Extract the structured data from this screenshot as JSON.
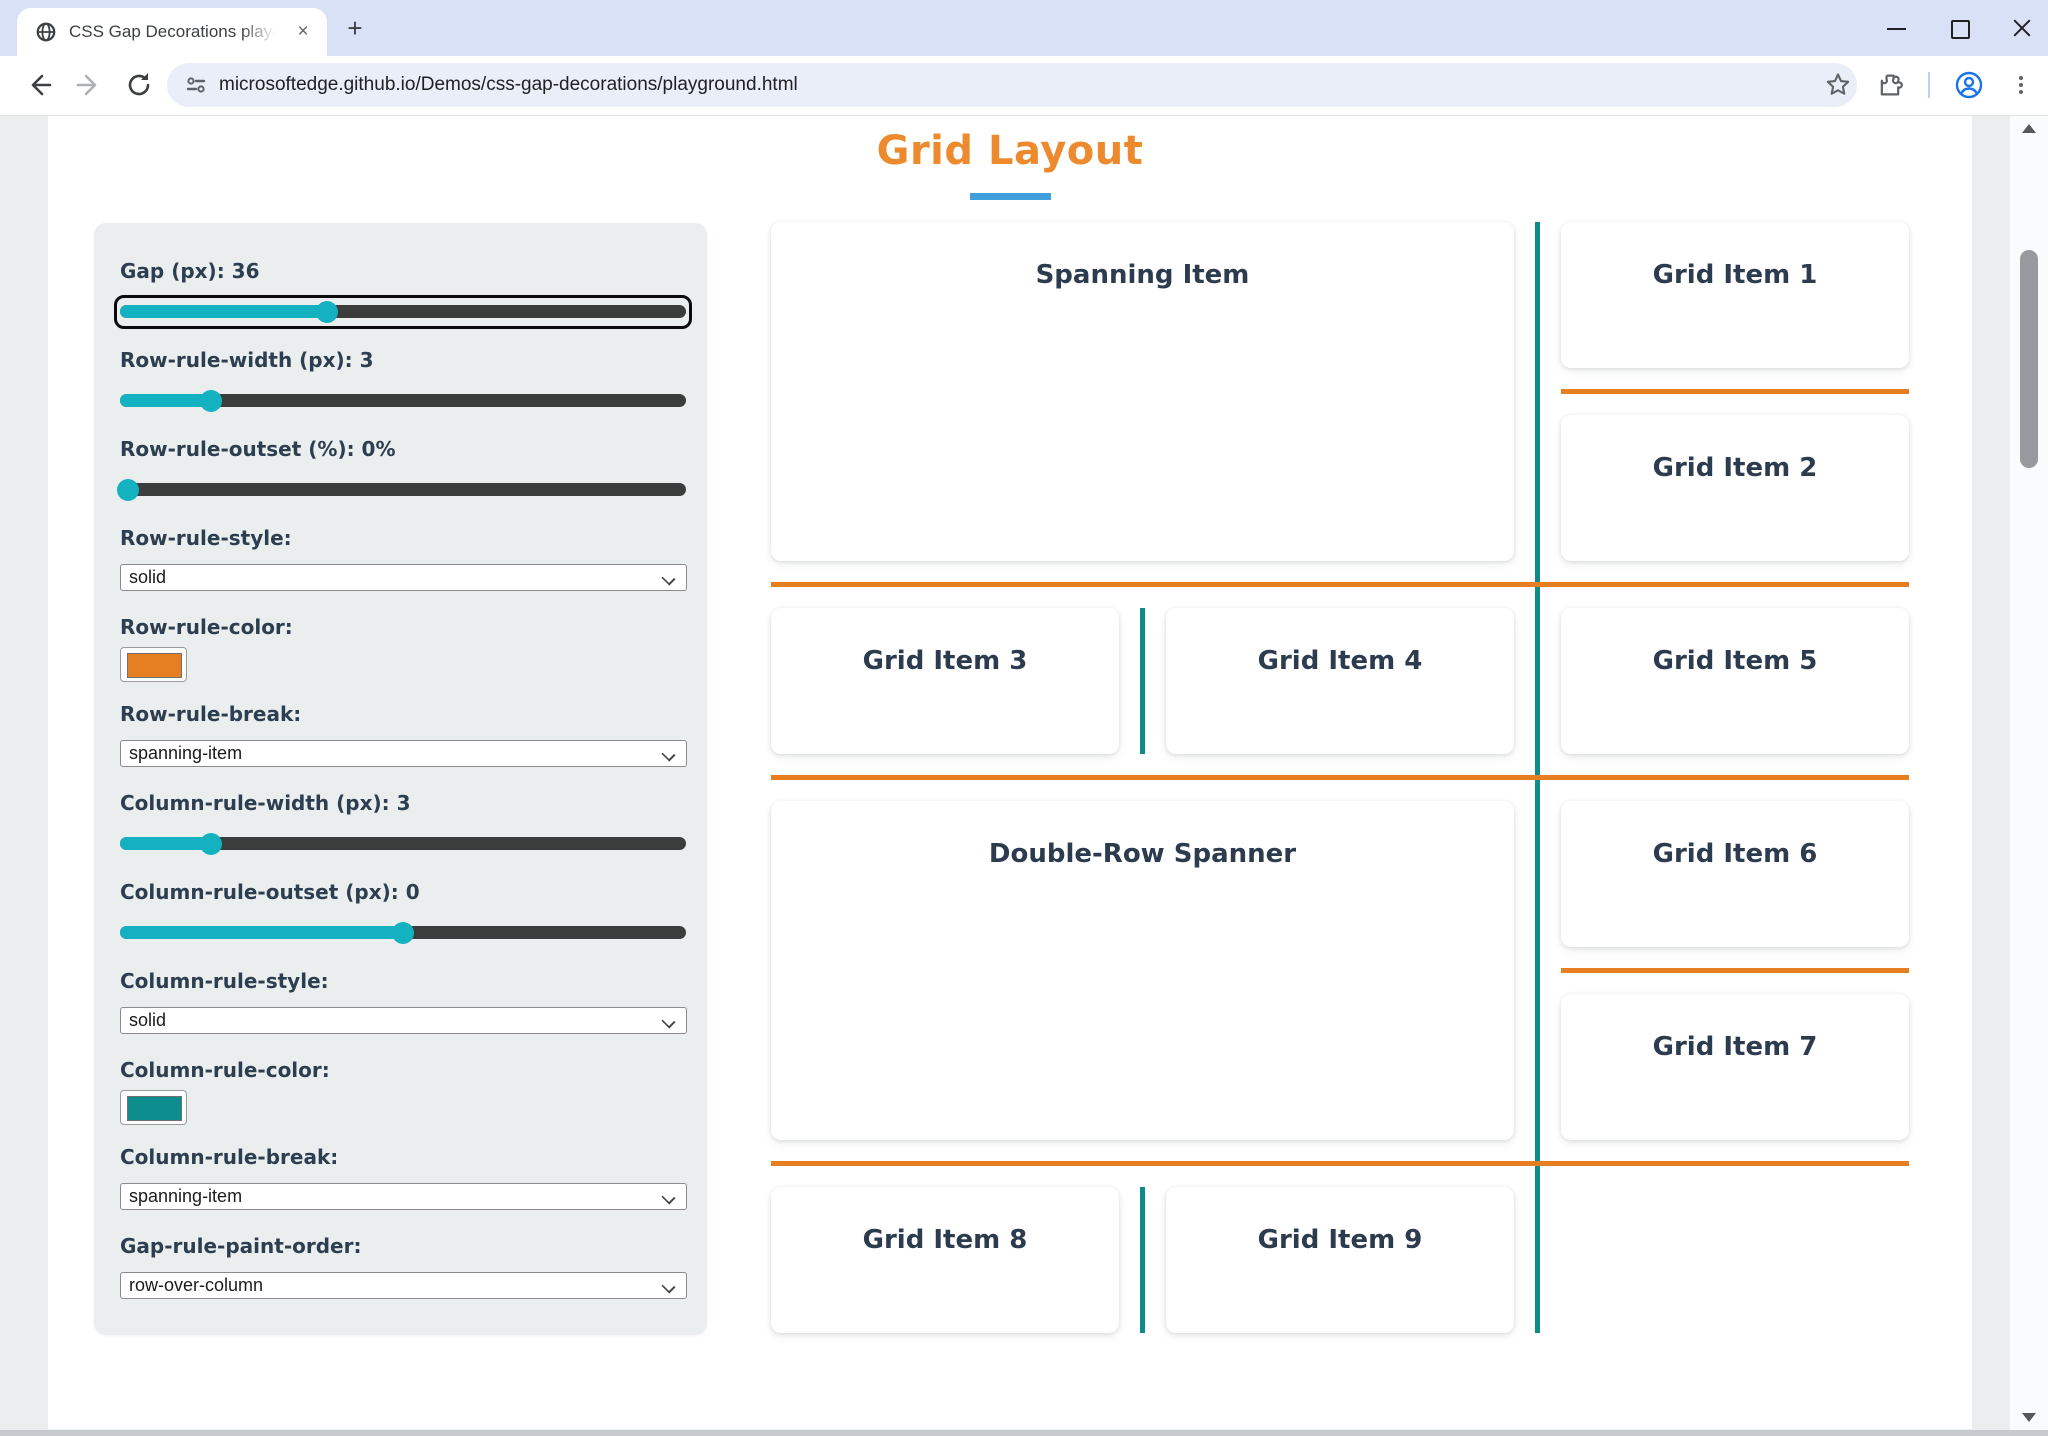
{
  "browser": {
    "tab_title": "CSS Gap Decorations playgroun",
    "new_tab_label": "+",
    "close_tab_label": "×",
    "url": "microsoftedge.github.io/Demos/css-gap-decorations/playground.html"
  },
  "page": {
    "title": "Grid Layout",
    "colors": {
      "title_orange": "#ed8a2e",
      "underline_blue": "#3f9edb",
      "row_rule_orange": "#e67e22",
      "column_rule_teal": "#0e8b8d",
      "slider_accent_teal": "#14b1c0",
      "panel_background": "#eaeeee",
      "label_text": "#2c3e50"
    },
    "panel": {
      "controls": [
        {
          "id": "gap",
          "type": "slider",
          "label": "Gap (px): 36",
          "value": 36,
          "fill_style": "width:36.5%",
          "thumb_style": "left:36.5%",
          "focused": true
        },
        {
          "id": "row-rule-width",
          "type": "slider",
          "label": "Row-rule-width (px): 3",
          "value": 3,
          "fill_style": "width:16%",
          "thumb_style": "left:16%"
        },
        {
          "id": "row-rule-outset",
          "type": "slider",
          "label": "Row-rule-outset (%): 0%",
          "value": 0,
          "fill_style": "width:1.5%",
          "thumb_style": "left:1.5%"
        },
        {
          "id": "row-rule-style",
          "type": "select",
          "label": "Row-rule-style:",
          "value": "solid"
        },
        {
          "id": "row-rule-color",
          "type": "color",
          "label": "Row-rule-color:",
          "value": "#e67f21",
          "swatch_style": "background:#e67f21"
        },
        {
          "id": "row-rule-break",
          "type": "select",
          "label": "Row-rule-break:",
          "value": "spanning-item"
        },
        {
          "id": "column-rule-width",
          "type": "slider",
          "label": "Column-rule-width (px): 3",
          "value": 3,
          "fill_style": "width:16%",
          "thumb_style": "left:16%"
        },
        {
          "id": "column-rule-outset",
          "type": "slider",
          "label": "Column-rule-outset (px): 0",
          "value": 0,
          "fill_style": "width:50%",
          "thumb_style": "left:50%"
        },
        {
          "id": "column-rule-style",
          "type": "select",
          "label": "Column-rule-style:",
          "value": "solid"
        },
        {
          "id": "column-rule-color",
          "type": "color",
          "label": "Column-rule-color:",
          "value": "#0d8c8e",
          "swatch_style": "background:#0d8c8e"
        },
        {
          "id": "column-rule-break",
          "type": "select",
          "label": "Column-rule-break:",
          "value": "spanning-item"
        },
        {
          "id": "gap-rule-paint-order",
          "type": "select",
          "label": "Gap-rule-paint-order:",
          "value": "row-over-column"
        }
      ]
    },
    "grid": {
      "items": [
        {
          "label": "Spanning Item"
        },
        {
          "label": "Grid Item 1"
        },
        {
          "label": "Grid Item 2"
        },
        {
          "label": "Grid Item 3"
        },
        {
          "label": "Grid Item 4"
        },
        {
          "label": "Grid Item 5"
        },
        {
          "label": "Double-Row Spanner"
        },
        {
          "label": "Grid Item 6"
        },
        {
          "label": "Grid Item 7"
        },
        {
          "label": "Grid Item 8"
        },
        {
          "label": "Grid Item 9"
        }
      ]
    }
  }
}
